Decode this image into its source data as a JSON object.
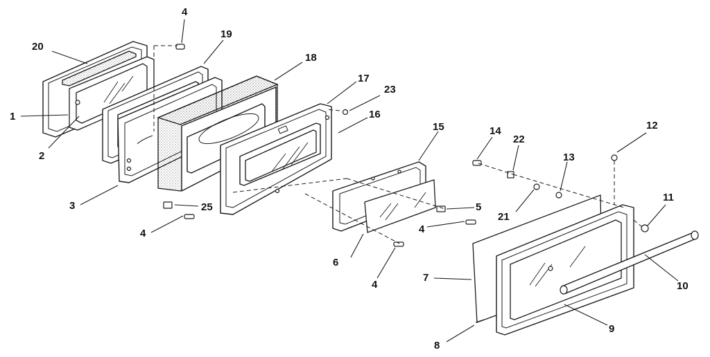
{
  "diagram": {
    "callouts": [
      {
        "id": "c1",
        "label": "1"
      },
      {
        "id": "c2",
        "label": "2"
      },
      {
        "id": "c3",
        "label": "3"
      },
      {
        "id": "c4a",
        "label": "4"
      },
      {
        "id": "c4b",
        "label": "4"
      },
      {
        "id": "c4c",
        "label": "4"
      },
      {
        "id": "c4d",
        "label": "4"
      },
      {
        "id": "c5",
        "label": "5"
      },
      {
        "id": "c6",
        "label": "6"
      },
      {
        "id": "c7",
        "label": "7"
      },
      {
        "id": "c8",
        "label": "8"
      },
      {
        "id": "c9",
        "label": "9"
      },
      {
        "id": "c10",
        "label": "10"
      },
      {
        "id": "c11",
        "label": "11"
      },
      {
        "id": "c12",
        "label": "12"
      },
      {
        "id": "c13",
        "label": "13"
      },
      {
        "id": "c14",
        "label": "14"
      },
      {
        "id": "c15",
        "label": "15"
      },
      {
        "id": "c16",
        "label": "16"
      },
      {
        "id": "c17",
        "label": "17"
      },
      {
        "id": "c18",
        "label": "18"
      },
      {
        "id": "c19",
        "label": "19"
      },
      {
        "id": "c20",
        "label": "20"
      },
      {
        "id": "c21",
        "label": "21"
      },
      {
        "id": "c22",
        "label": "22"
      },
      {
        "id": "c23",
        "label": "23"
      },
      {
        "id": "c25",
        "label": "25"
      }
    ]
  }
}
